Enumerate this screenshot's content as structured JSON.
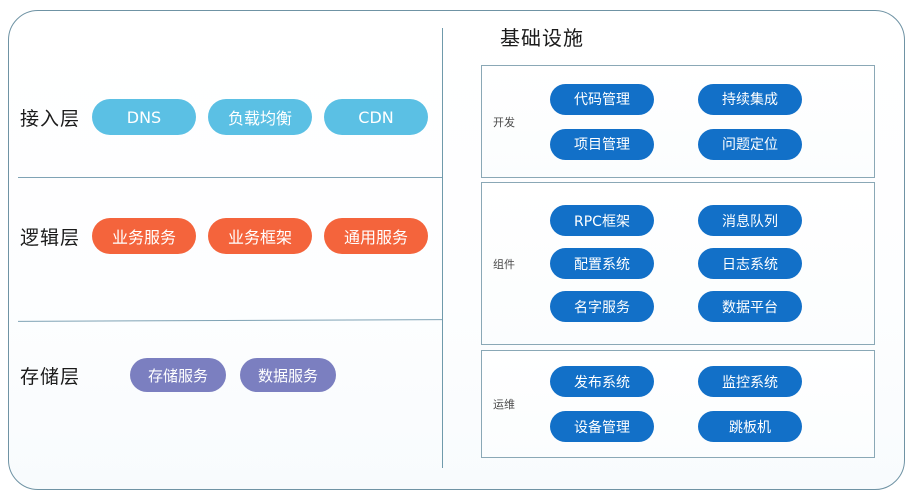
{
  "left_panel": {
    "layers": [
      {
        "label": "接入层",
        "style": "access",
        "items": [
          "DNS",
          "负载均衡",
          "CDN"
        ]
      },
      {
        "label": "逻辑层",
        "style": "logic",
        "items": [
          "业务服务",
          "业务框架",
          "通用服务"
        ]
      },
      {
        "label": "存储层",
        "style": "storage",
        "items": [
          "存储服务",
          "数据服务"
        ]
      }
    ]
  },
  "infra_panel": {
    "title": "基础设施",
    "groups": [
      {
        "label": "开发",
        "rows": [
          [
            "代码管理",
            "持续集成"
          ],
          [
            "项目管理",
            "问题定位"
          ]
        ]
      },
      {
        "label": "组件",
        "rows": [
          [
            "RPC框架",
            "消息队列"
          ],
          [
            "配置系统",
            "日志系统"
          ],
          [
            "名字服务",
            "数据平台"
          ]
        ]
      },
      {
        "label": "运维",
        "rows": [
          [
            "发布系统",
            "监控系统"
          ],
          [
            "设备管理",
            "跳板机"
          ]
        ]
      }
    ]
  },
  "colors": {
    "access_pill": "#5bc0e4",
    "logic_pill": "#f4643c",
    "storage_pill": "#7b7fc0",
    "infra_pill": "#1270c8",
    "frame_border": "#6f93a4",
    "divider": "#7fa3b5",
    "text_primary": "#1b1b1b",
    "text_muted": "#4a4a4a"
  }
}
